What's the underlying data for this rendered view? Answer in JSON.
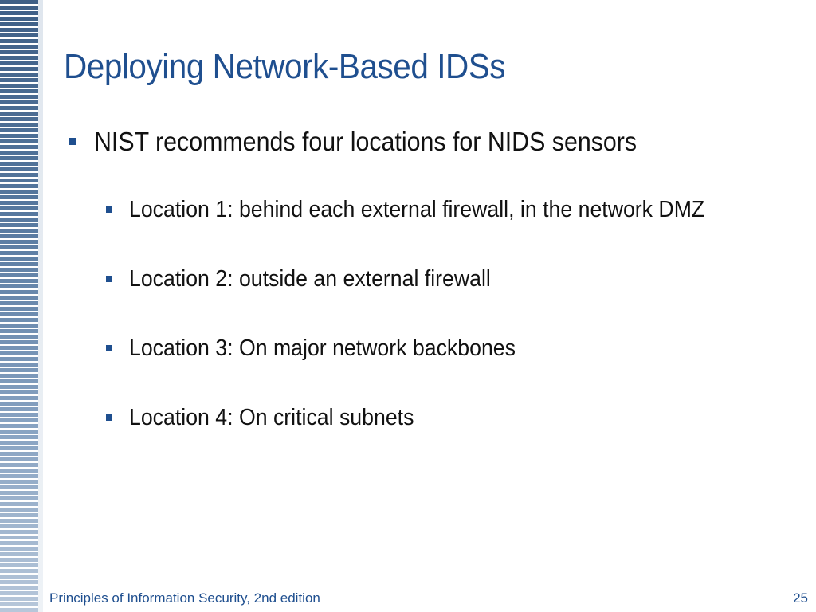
{
  "slide": {
    "title": "Deploying Network-Based IDSs",
    "bullets": [
      {
        "level": 1,
        "text": "NIST recommends four locations for NIDS sensors"
      },
      {
        "level": 2,
        "text": "Location 1: behind each external firewall, in the network DMZ"
      },
      {
        "level": 2,
        "text": "Location 2: outside an external firewall"
      },
      {
        "level": 2,
        "text": "Location 3: On major network backbones"
      },
      {
        "level": 2,
        "text": "Location 4: On critical subnets"
      }
    ]
  },
  "footer": {
    "book_title": "Principles of Information Security, 2nd edition",
    "page_number": "25"
  },
  "colors": {
    "accent": "#1f4f8f",
    "text": "#111111",
    "stripe": "#3e5f86"
  }
}
